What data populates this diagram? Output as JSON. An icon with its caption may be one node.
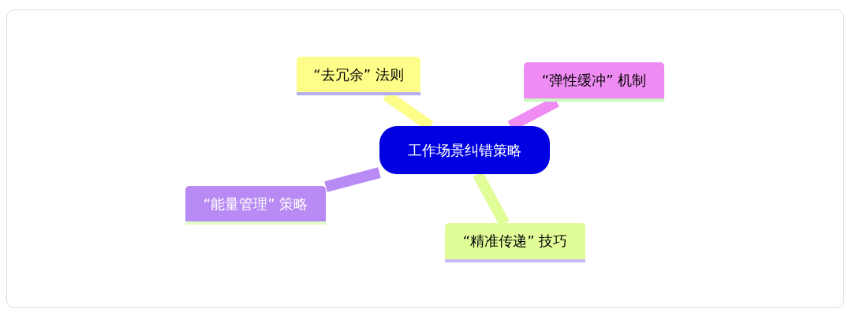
{
  "diagram": {
    "nodes": [
      {
        "text": [
          "工作场景纠错策略"
        ]
      },
      {
        "text": [
          "“去冗余” 法则"
        ]
      },
      {
        "text": [
          "“弹性缓冲” 机制"
        ]
      },
      {
        "text": [
          "“能量管理” 策略"
        ]
      },
      {
        "text": [
          "“精准传递” 技巧"
        ]
      }
    ],
    "edges": [
      {
        "from": 0,
        "to": 1,
        "arrow": "none",
        "color": "#fdfd8a"
      },
      {
        "from": 0,
        "to": 2,
        "arrow": "none",
        "color": "#ef8cf3"
      },
      {
        "from": 0,
        "to": 3,
        "arrow": "none",
        "color": "#b88af3"
      },
      {
        "from": 0,
        "to": 4,
        "arrow": "none",
        "color": "#e0fd98"
      }
    ]
  }
}
